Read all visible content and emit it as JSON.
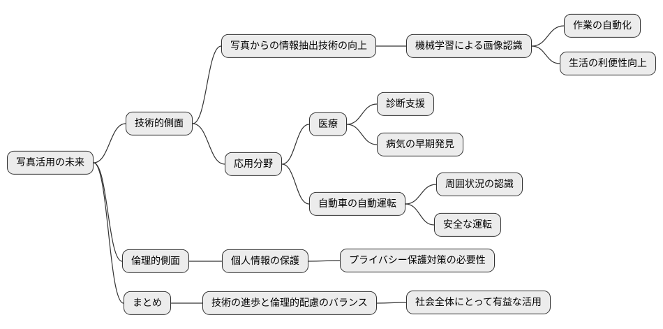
{
  "mindmap": {
    "title": "写真活用の未来",
    "nodes": {
      "root": {
        "label": "写真活用の未来"
      },
      "technical": {
        "label": "技術的側面"
      },
      "info_extraction": {
        "label": "写真からの情報抽出技術の向上"
      },
      "ml_image_recognition": {
        "label": "機械学習による画像認識"
      },
      "work_automation": {
        "label": "作業の自動化"
      },
      "life_convenience": {
        "label": "生活の利便性向上"
      },
      "application_fields": {
        "label": "応用分野"
      },
      "medical": {
        "label": "医療"
      },
      "diagnosis_support": {
        "label": "診断支援"
      },
      "early_disease_detection": {
        "label": "病気の早期発見"
      },
      "autonomous_driving": {
        "label": "自動車の自動運転"
      },
      "surroundings_recognition": {
        "label": "周囲状況の認識"
      },
      "safe_driving": {
        "label": "安全な運転"
      },
      "ethical": {
        "label": "倫理的側面"
      },
      "personal_info_protection": {
        "label": "個人情報の保護"
      },
      "privacy_measures": {
        "label": "プライバシー保護対策の必要性"
      },
      "summary": {
        "label": "まとめ"
      },
      "tech_ethics_balance": {
        "label": "技術の進歩と倫理的配慮のバランス"
      },
      "beneficial_use": {
        "label": "社会全体にとって有益な活用"
      }
    },
    "edges": [
      [
        "root",
        "technical"
      ],
      [
        "root",
        "ethical"
      ],
      [
        "root",
        "summary"
      ],
      [
        "technical",
        "info_extraction"
      ],
      [
        "technical",
        "application_fields"
      ],
      [
        "info_extraction",
        "ml_image_recognition"
      ],
      [
        "ml_image_recognition",
        "work_automation"
      ],
      [
        "ml_image_recognition",
        "life_convenience"
      ],
      [
        "application_fields",
        "medical"
      ],
      [
        "application_fields",
        "autonomous_driving"
      ],
      [
        "medical",
        "diagnosis_support"
      ],
      [
        "medical",
        "early_disease_detection"
      ],
      [
        "autonomous_driving",
        "surroundings_recognition"
      ],
      [
        "autonomous_driving",
        "safe_driving"
      ],
      [
        "ethical",
        "personal_info_protection"
      ],
      [
        "personal_info_protection",
        "privacy_measures"
      ],
      [
        "summary",
        "tech_ethics_balance"
      ],
      [
        "tech_ethics_balance",
        "beneficial_use"
      ]
    ],
    "style": {
      "background": "#ffffff",
      "node_fill": "#ececec",
      "node_border": "#333333",
      "edge_color": "#333333",
      "text_color": "#000000"
    }
  }
}
